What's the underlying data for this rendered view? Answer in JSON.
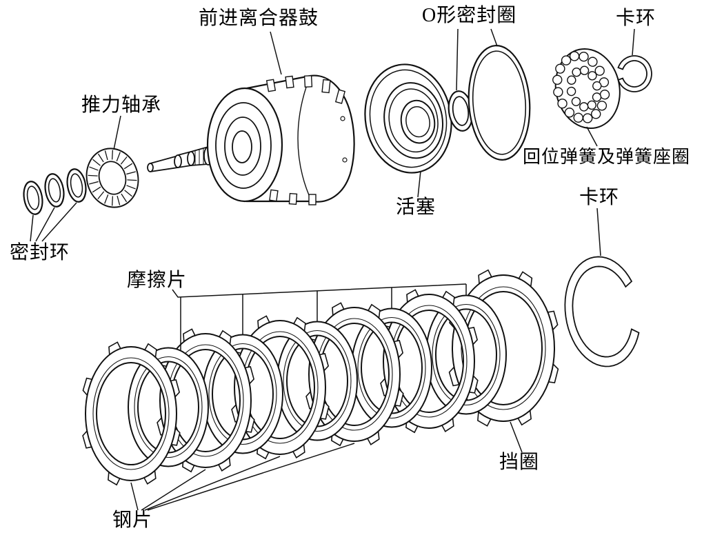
{
  "figure": {
    "background": "#ffffff",
    "line_color": "#111111",
    "description_type": "exploded-parts-diagram"
  },
  "labels": {
    "forward_clutch_drum": "前进离合器鼓",
    "o_ring_seal": "O形密封圈",
    "snap_ring_top": "卡环",
    "thrust_bearing": "推力轴承",
    "return_spring_and_seat": "回位弹簧及弹簧座圈",
    "piston": "活塞",
    "snap_ring_right": "卡环",
    "seal_ring": "密封环",
    "friction_plate": "摩擦片",
    "retaining_ring": "挡圈",
    "steel_plate": "钢片"
  }
}
